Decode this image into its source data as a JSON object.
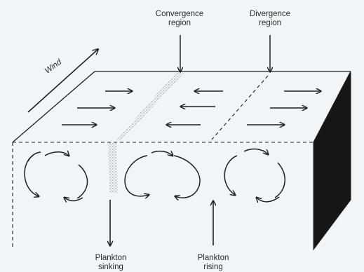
{
  "labels": {
    "convergence": [
      "Convergence",
      "region"
    ],
    "divergence": [
      "Divergence",
      "region"
    ],
    "wind": "Wind",
    "plankton_sinking": [
      "Plankton",
      "sinking"
    ],
    "plankton_rising": [
      "Plankton",
      "rising"
    ]
  },
  "colors": {
    "ink": "#1e1e1e",
    "side_face": "#161616",
    "background": "#f1f5f8"
  }
}
